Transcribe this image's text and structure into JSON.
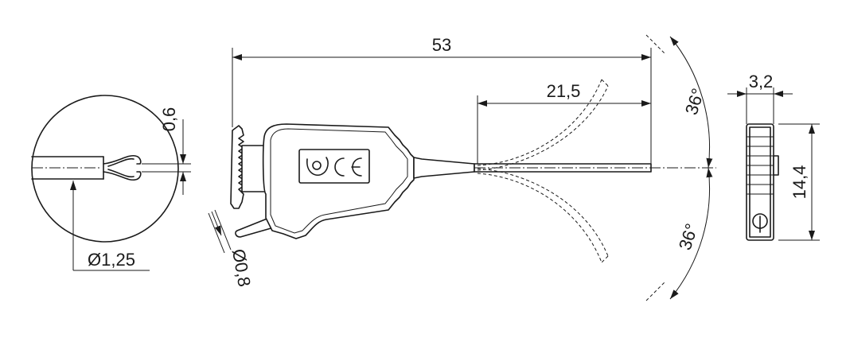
{
  "dimensions": {
    "overall_length": "53",
    "probe_length": "21,5",
    "angle_upper": "36°",
    "angle_lower": "36°",
    "side_width": "3,2",
    "side_height": "14,4",
    "hook_gap": "0,6",
    "wire_diameter": "Ø1,25",
    "pin_diameter": "Ø0,8"
  },
  "marking": {
    "ce_mark": "CE",
    "logo": "manufacturer-logo"
  }
}
